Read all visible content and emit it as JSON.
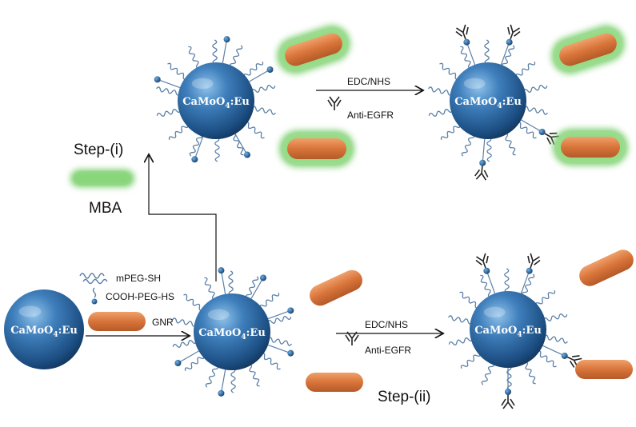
{
  "nanoparticle_label": "CaMoO4:Eu",
  "nanoparticle_label_parts": {
    "base": "CaMoO",
    "sub": "4",
    "tail": ":Eu"
  },
  "legend": {
    "mpeg": "mPEG-SH",
    "cooh": "COOH-PEG-HS",
    "gnr": "GNR"
  },
  "steps": {
    "step_i": "Step-(i)",
    "step_ii": "Step-(ii)",
    "mba": "MBA"
  },
  "reaction_top": {
    "reagent": "EDC/NHS",
    "antibody": "Anti-EGFR"
  },
  "reaction_bottom": {
    "reagent": "EDC/NHS",
    "antibody": "Anti-EGFR"
  },
  "colors": {
    "sphere": "#2f6aa3",
    "gnr": "#d97a3c",
    "mba_glow": "#7ccf6e",
    "peg": "#5b7fa6",
    "linker_bead": "#1f5e96"
  }
}
